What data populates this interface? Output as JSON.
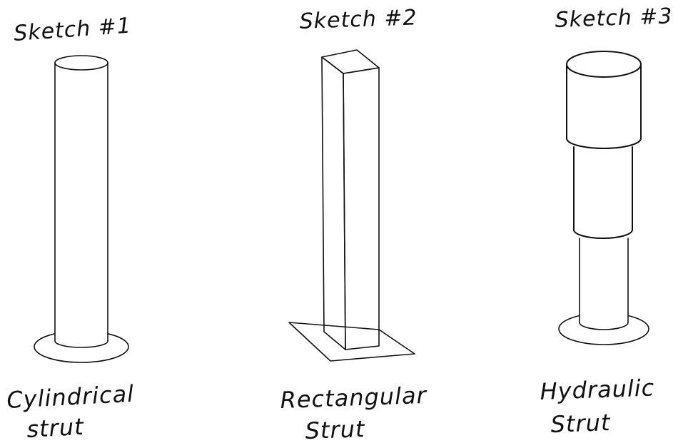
{
  "sketches": [
    {
      "title": "Sketch #1",
      "caption_line1": "Cylindrical",
      "caption_line2": "strut"
    },
    {
      "title": "Sketch #2",
      "caption_line1": "Rectangular",
      "caption_line2": "Strut"
    },
    {
      "title": "Sketch #3",
      "caption_line1": "Hydraulic",
      "caption_line2": "Strut"
    }
  ],
  "colors": {
    "ink": "#111111",
    "paper": "#ffffff"
  }
}
